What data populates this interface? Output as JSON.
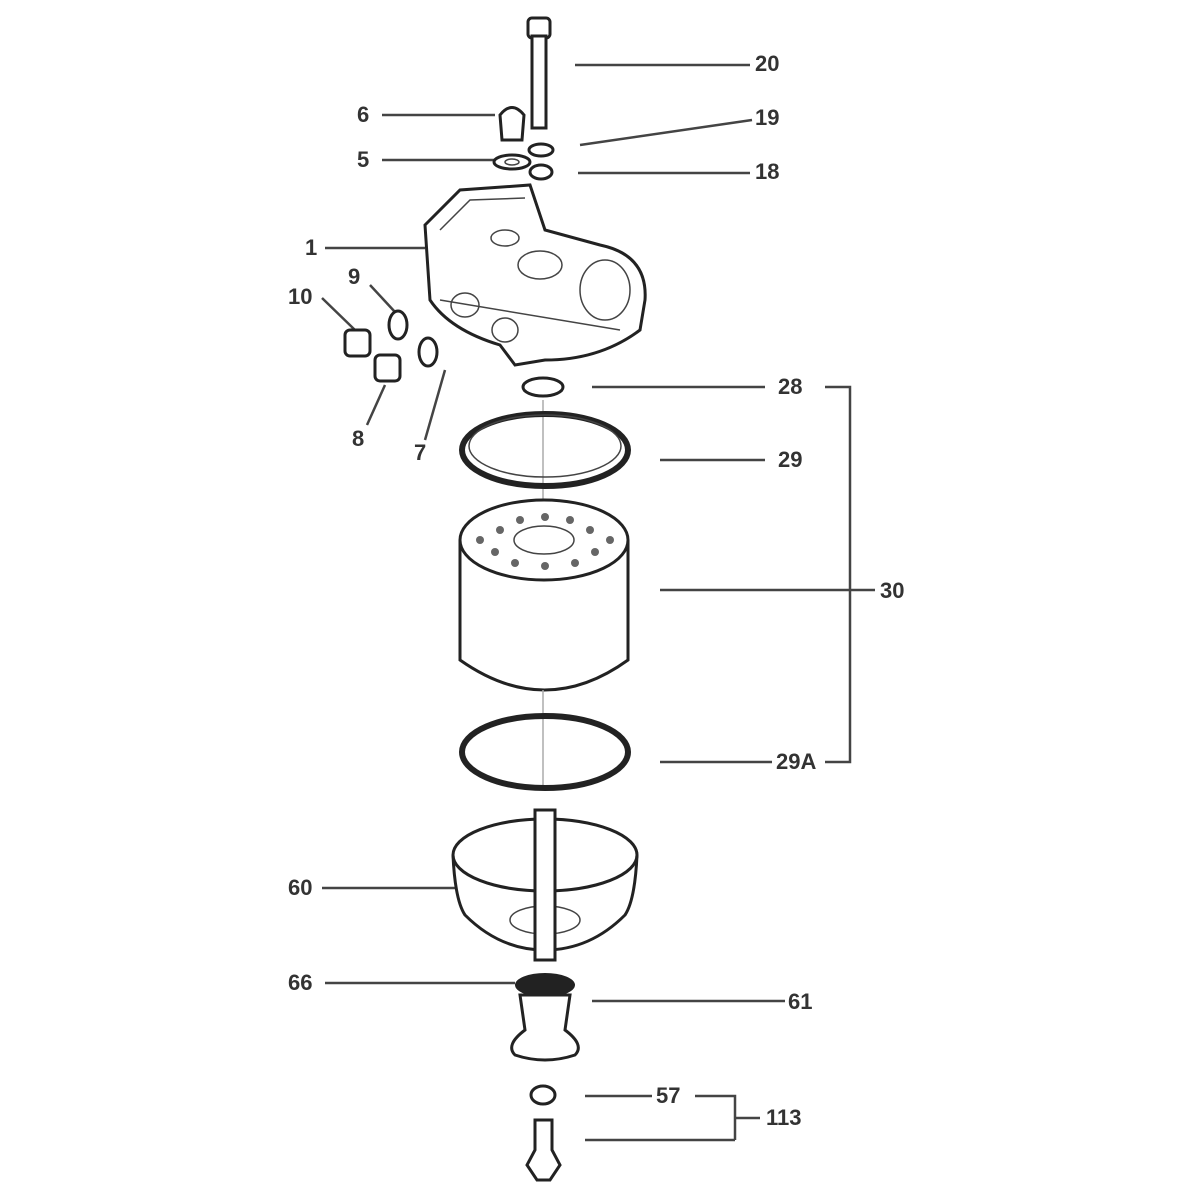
{
  "diagram": {
    "type": "exploded parts diagram",
    "callouts": {
      "c20": "20",
      "c6": "6",
      "c19": "19",
      "c5": "5",
      "c18": "18",
      "c1": "1",
      "c9": "9",
      "c10": "10",
      "c8": "8",
      "c7": "7",
      "c28": "28",
      "c29": "29",
      "c30": "30",
      "c29A": "29A",
      "c60": "60",
      "c66": "66",
      "c61": "61",
      "c57": "57",
      "c113": "113"
    }
  }
}
